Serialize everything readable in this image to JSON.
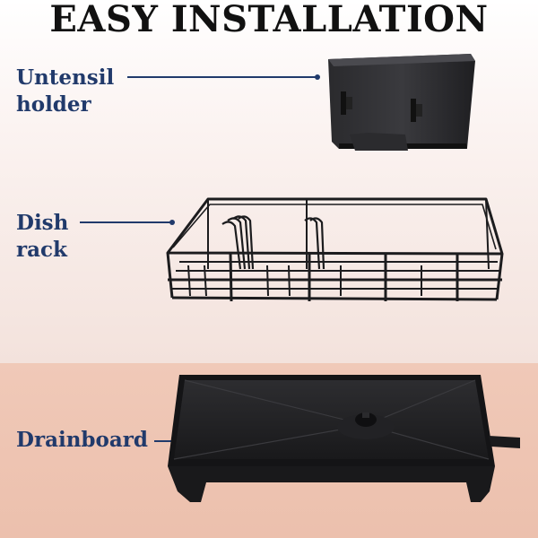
{
  "title": "EASY INSTALLATION",
  "parts": [
    {
      "line1": "Untensil",
      "line2": "holder"
    },
    {
      "line1": "Dish",
      "line2": "rack"
    },
    {
      "line1": "Drainboard",
      "line2": ""
    }
  ],
  "colors": {
    "label": "#213a6b",
    "product": "#1c1c1e",
    "background_top": "#fbf3f1",
    "background_bottom": "#efc6b4"
  }
}
